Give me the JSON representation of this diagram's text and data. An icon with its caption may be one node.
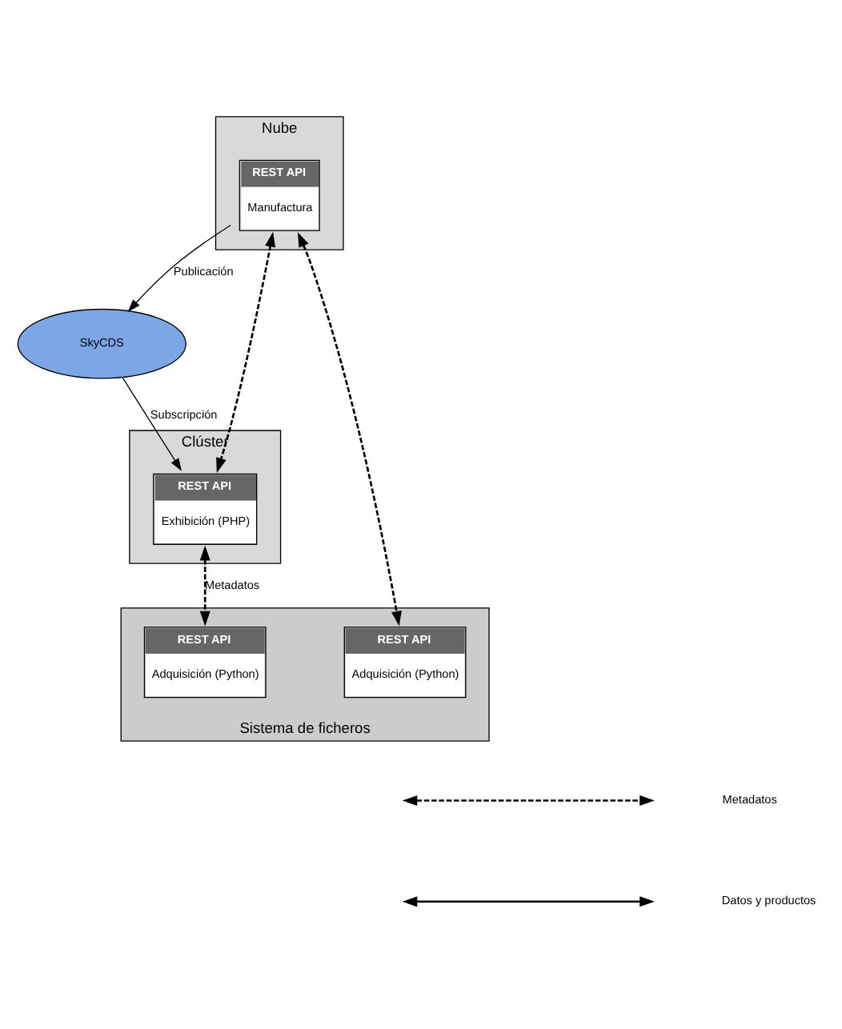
{
  "diagram": {
    "nodes": [
      {
        "text": [
          "SkyCDS"
        ]
      },
      {
        "text": [
          "Nube"
        ]
      },
      {
        "text": [
          "REST API",
          "Manufactura"
        ],
        "in": 1
      },
      {
        "text": [
          "Clúster"
        ]
      },
      {
        "text": [
          "REST API",
          "Exhibición (PHP)"
        ],
        "in": 3
      },
      {
        "text": [
          "Sistema de ficheros"
        ]
      },
      {
        "text": [
          "REST API",
          "Adquisición (Python)"
        ],
        "in": 5
      },
      {
        "text": [
          "REST API",
          "Adquisición (Python)"
        ],
        "in": 5
      }
    ],
    "edges": [
      {
        "from": 2,
        "to": 0,
        "arrow": "to",
        "label": "Publicación"
      },
      {
        "from": 0,
        "to": 4,
        "arrow": "to",
        "label": "Subscripción"
      },
      {
        "from": 2,
        "to": 4,
        "arrow": "both",
        "style": "dashed"
      },
      {
        "from": 2,
        "to": 6,
        "arrow": "both",
        "style": "dashed"
      },
      {
        "from": 4,
        "to": 7,
        "arrow": "both",
        "style": "dashed",
        "label": "Metadatos"
      }
    ],
    "legend": [
      {
        "text": "Metadatos"
      },
      {
        "text": "Datos y productos"
      }
    ]
  }
}
